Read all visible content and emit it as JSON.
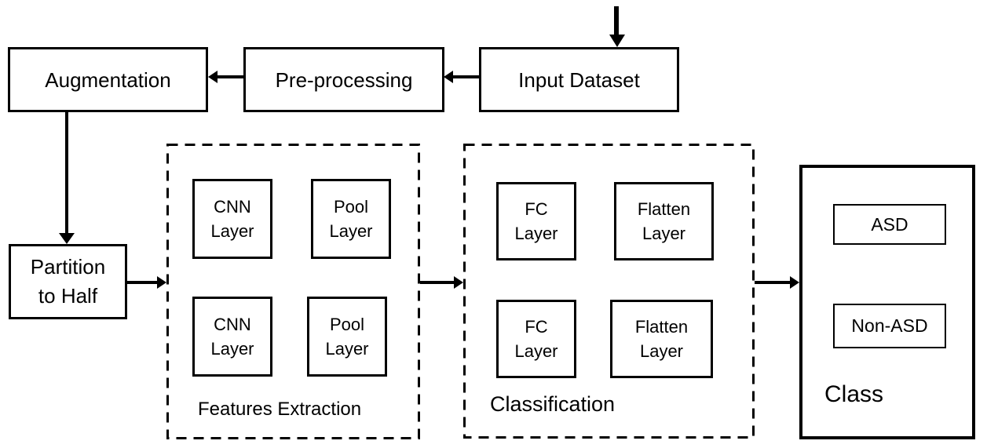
{
  "colors": {
    "ink": "#000000",
    "background": "#ffffff"
  },
  "nodes": {
    "input_dataset": {
      "label": "Input Dataset"
    },
    "preprocessing": {
      "label": "Pre-processing"
    },
    "augmentation": {
      "label": "Augmentation"
    },
    "partition": {
      "line1": "Partition",
      "line2": "to Half"
    }
  },
  "features_extraction": {
    "label": "Features Extraction",
    "boxes": [
      {
        "line1": "CNN",
        "line2": "Layer"
      },
      {
        "line1": "Pool",
        "line2": "Layer"
      },
      {
        "line1": "CNN",
        "line2": "Layer"
      },
      {
        "line1": "Pool",
        "line2": "Layer"
      }
    ]
  },
  "classification": {
    "label": "Classification",
    "boxes": [
      {
        "line1": "FC",
        "line2": "Layer"
      },
      {
        "line1": "Flatten",
        "line2": "Layer"
      },
      {
        "line1": "FC",
        "line2": "Layer"
      },
      {
        "line1": "Flatten",
        "line2": "Layer"
      }
    ]
  },
  "class_output": {
    "label": "Class",
    "items": [
      {
        "label": "ASD"
      },
      {
        "label": "Non-ASD"
      }
    ]
  }
}
